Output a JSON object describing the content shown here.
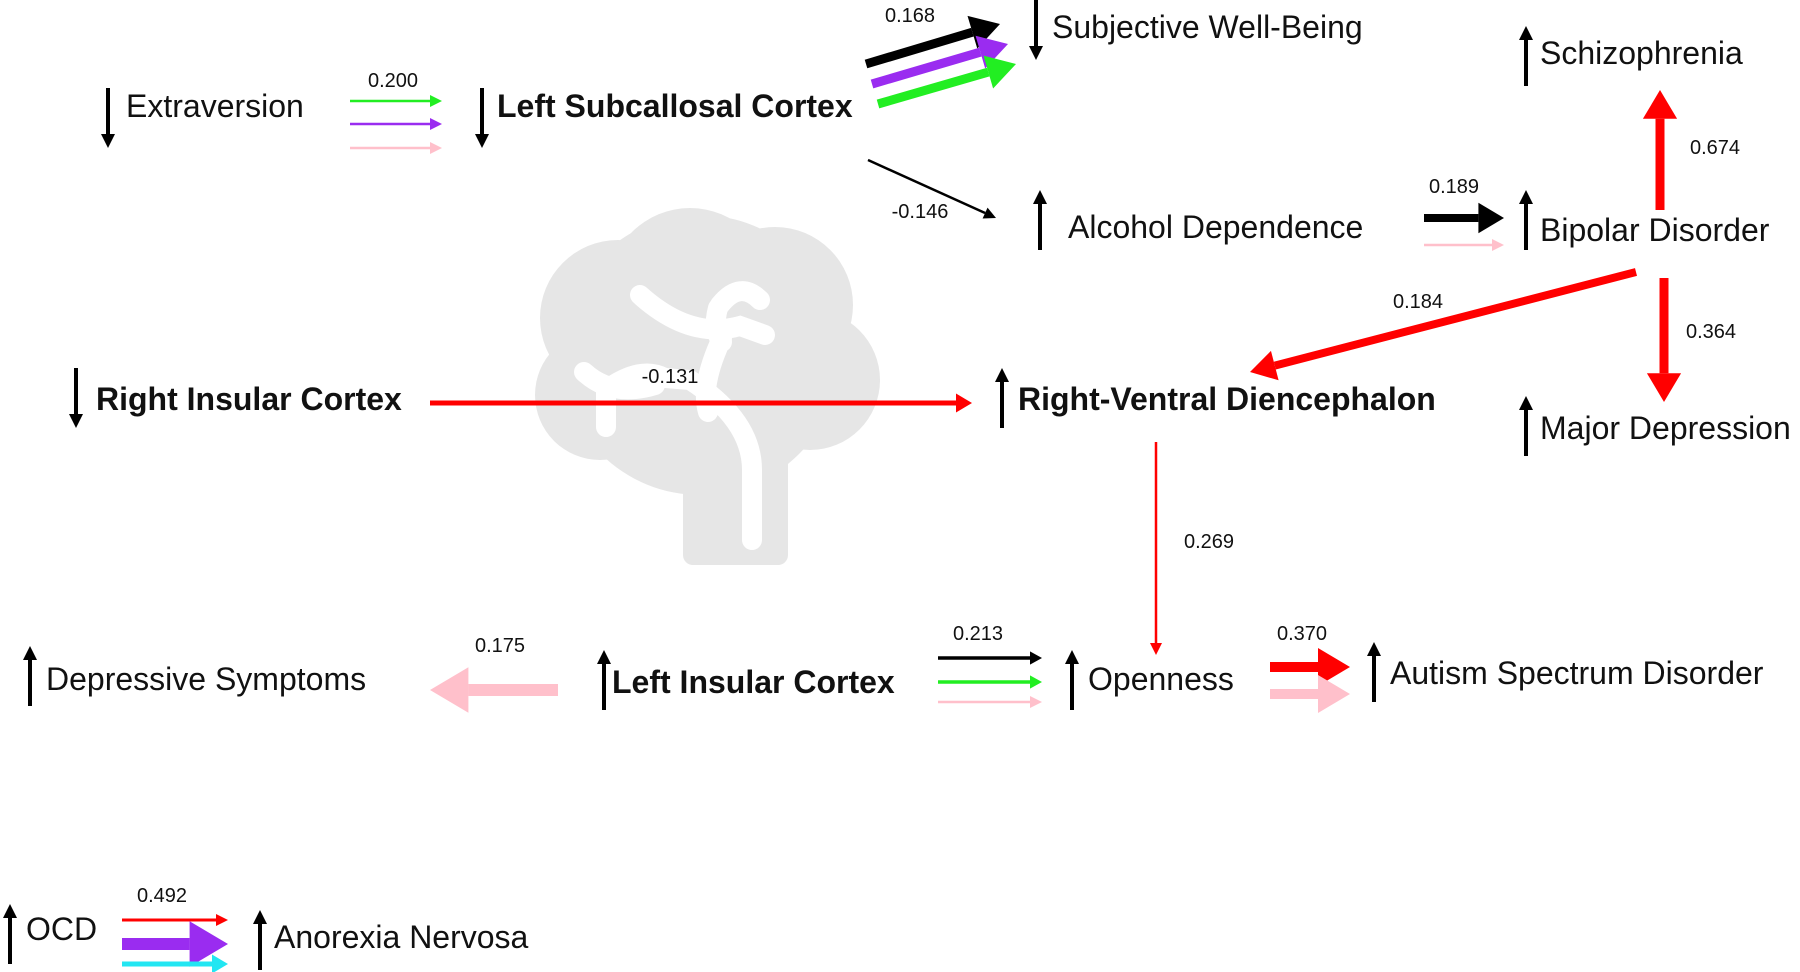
{
  "colors": {
    "black": "#000000",
    "red": "#ff0000",
    "green": "#22ee22",
    "purple": "#9a2cf0",
    "pink": "#ffc0cb",
    "cyan": "#22e6f2",
    "brain": "#e6e6e6"
  },
  "icons": {
    "background": "brain-tree-icon",
    "trend_up": "arrow-up-icon",
    "trend_down": "arrow-down-icon"
  },
  "nodes": {
    "extraversion": {
      "label": "Extraversion",
      "direction": "down"
    },
    "left_subcallosal": {
      "label": "Left Subcallosal Cortex",
      "direction": "down"
    },
    "subjective_wellbeing": {
      "label": "Subjective Well-Being",
      "direction": "down"
    },
    "schizophrenia": {
      "label": "Schizophrenia",
      "direction": "up"
    },
    "alcohol_dependence": {
      "label": "Alcohol Dependence",
      "direction": "up"
    },
    "bipolar": {
      "label": "Bipolar Disorder",
      "direction": "up"
    },
    "right_insular": {
      "label": "Right Insular Cortex",
      "direction": "down"
    },
    "right_ventral_dienc": {
      "label": "Right-Ventral Diencephalon",
      "direction": "up"
    },
    "major_depression": {
      "label": "Major Depression",
      "direction": "up"
    },
    "depressive_symptoms": {
      "label": "Depressive Symptoms",
      "direction": "up"
    },
    "left_insular": {
      "label": "Left Insular Cortex",
      "direction": "up"
    },
    "openness": {
      "label": "Openness",
      "direction": "up"
    },
    "autism": {
      "label": "Autism Spectrum Disorder",
      "direction": "up"
    },
    "ocd": {
      "label": "OCD",
      "direction": "up"
    },
    "anorexia": {
      "label": "Anorexia Nervosa",
      "direction": "up"
    }
  },
  "edges": [
    {
      "from": "extraversion",
      "to": "left_subcallosal",
      "coefficient": "0.200",
      "colors": [
        "green",
        "purple",
        "pink"
      ]
    },
    {
      "from": "left_subcallosal",
      "to": "subjective_wellbeing",
      "coefficient": "0.168",
      "colors": [
        "black",
        "purple",
        "green"
      ]
    },
    {
      "from": "left_subcallosal",
      "to": "alcohol_dependence",
      "coefficient": "-0.146",
      "colors": [
        "black"
      ]
    },
    {
      "from": "alcohol_dependence",
      "to": "bipolar",
      "coefficient": "0.189",
      "colors": [
        "black",
        "pink"
      ]
    },
    {
      "from": "bipolar",
      "to": "schizophrenia",
      "coefficient": "0.674",
      "colors": [
        "red"
      ]
    },
    {
      "from": "bipolar",
      "to": "right_ventral_dienc",
      "coefficient": "0.184",
      "colors": [
        "red"
      ]
    },
    {
      "from": "bipolar",
      "to": "major_depression",
      "coefficient": "0.364",
      "colors": [
        "red"
      ]
    },
    {
      "from": "right_insular",
      "to": "right_ventral_dienc",
      "coefficient": "-0.131",
      "colors": [
        "red"
      ]
    },
    {
      "from": "right_ventral_dienc",
      "to": "openness",
      "coefficient": "0.269",
      "colors": [
        "red"
      ]
    },
    {
      "from": "left_insular",
      "to": "depressive_symptoms",
      "coefficient": "0.175",
      "colors": [
        "pink"
      ]
    },
    {
      "from": "left_insular",
      "to": "openness",
      "coefficient": "0.213",
      "colors": [
        "black",
        "green",
        "pink"
      ]
    },
    {
      "from": "openness",
      "to": "autism",
      "coefficient": "0.370",
      "colors": [
        "red",
        "pink"
      ]
    },
    {
      "from": "ocd",
      "to": "anorexia",
      "coefficient": "0.492",
      "colors": [
        "red",
        "purple",
        "cyan"
      ]
    }
  ]
}
